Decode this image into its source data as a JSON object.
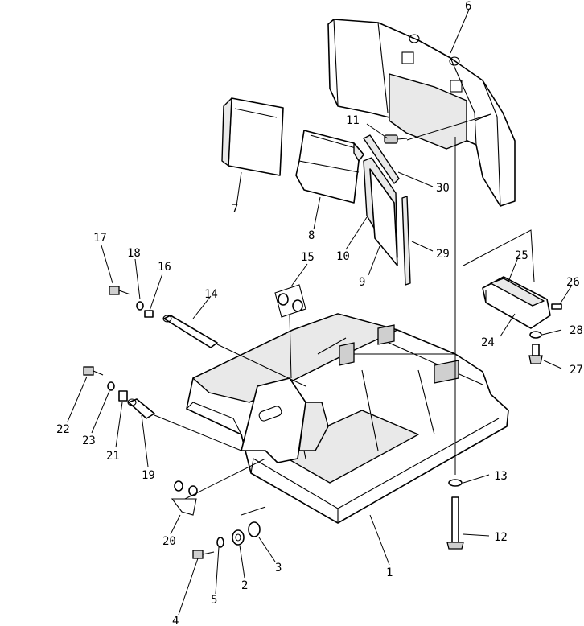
{
  "figure": {
    "callouts": [
      "1",
      "2",
      "3",
      "4",
      "5",
      "6",
      "7",
      "8",
      "9",
      "10",
      "11",
      "12",
      "13",
      "14",
      "15",
      "16",
      "17",
      "18",
      "19",
      "20",
      "21",
      "22",
      "23",
      "24",
      "25",
      "26",
      "27",
      "28",
      "29",
      "30"
    ]
  }
}
